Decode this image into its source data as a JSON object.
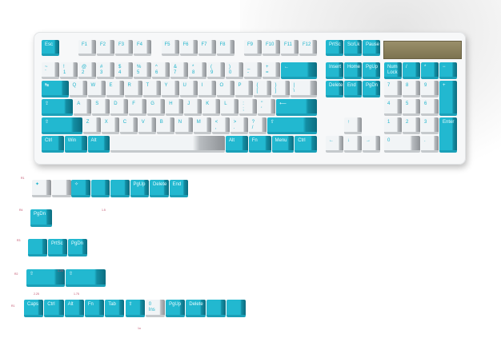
{
  "colors": {
    "accent": "#22b8d0",
    "alpha": "#f1f4f6",
    "badge": "#8c8260",
    "note": "#c0506a"
  },
  "keyboard": {
    "fn_row": [
      "Esc",
      "F1",
      "F2",
      "F3",
      "F4",
      "F5",
      "F6",
      "F7",
      "F8",
      "F9",
      "F10",
      "F11",
      "F12"
    ],
    "nav_top": [
      "PrtSc",
      "ScrLk",
      "Pause"
    ],
    "number_row": [
      "~\n`",
      "!\n1",
      "@\n2",
      "#\n3",
      "$\n4",
      "%\n5",
      "^\n6",
      "&\n7",
      "*\n8",
      "(\n9",
      ")\n0",
      "_\n-",
      "+\n=",
      "←"
    ],
    "nav_mid": [
      "Insert",
      "Home",
      "PgUp"
    ],
    "num_top": [
      "Num\nLock",
      "/",
      "*",
      "−"
    ],
    "q_row": [
      "↹",
      "Q",
      "W",
      "E",
      "R",
      "T",
      "Y",
      "U",
      "I",
      "O",
      "P",
      "{\n[",
      "}\n]",
      "|\n\\"
    ],
    "nav_low": [
      "Delete",
      "End",
      "PgDn"
    ],
    "num_q": [
      "7",
      "8",
      "9",
      "+"
    ],
    "a_row": [
      "⇪",
      "A",
      "S",
      "D",
      "F",
      "G",
      "H",
      "J",
      "K",
      "L",
      ":\n;",
      "\"\n'",
      "⟵"
    ],
    "num_a": [
      "4",
      "5",
      "6"
    ],
    "z_row": [
      "⇧",
      "Z",
      "X",
      "C",
      "V",
      "B",
      "N",
      "M",
      "<\n,",
      ">\n.",
      "?\n/",
      "⇧"
    ],
    "arrow_up": [
      "↑"
    ],
    "num_z": [
      "1",
      "2",
      "3",
      "Enter"
    ],
    "bottom_row": [
      "Ctrl",
      "Win",
      "Alt",
      "",
      "Alt",
      "Fn",
      "Menu",
      "Ctrl"
    ],
    "arrows": [
      "←",
      "↓",
      "→"
    ],
    "num_bottom": [
      "0",
      "."
    ]
  },
  "extras": {
    "row1": {
      "note": "R1",
      "keys": [
        "✦",
        "",
        "✧",
        "",
        "",
        "PgUp",
        "Delete",
        "End"
      ]
    },
    "row2": {
      "note": "R4",
      "note2": "1.5",
      "keys": [
        "PgDn"
      ]
    },
    "row3": {
      "note": "R3",
      "note2": "1.25",
      "keys": [
        "",
        "PrtSc",
        "PgDn"
      ]
    },
    "row4": {
      "note": "R2",
      "note2": "2.25",
      "note3": "1.75",
      "keys": [
        "⇧",
        "⇧"
      ]
    },
    "row5": {
      "note": "R1",
      "note2": "1u",
      "keys": [
        "Caps",
        "Ctrl",
        "Alt",
        "Fn",
        "Tab",
        "⇧",
        "0\nIns",
        "PgUp",
        "Delete",
        "",
        ""
      ]
    }
  }
}
